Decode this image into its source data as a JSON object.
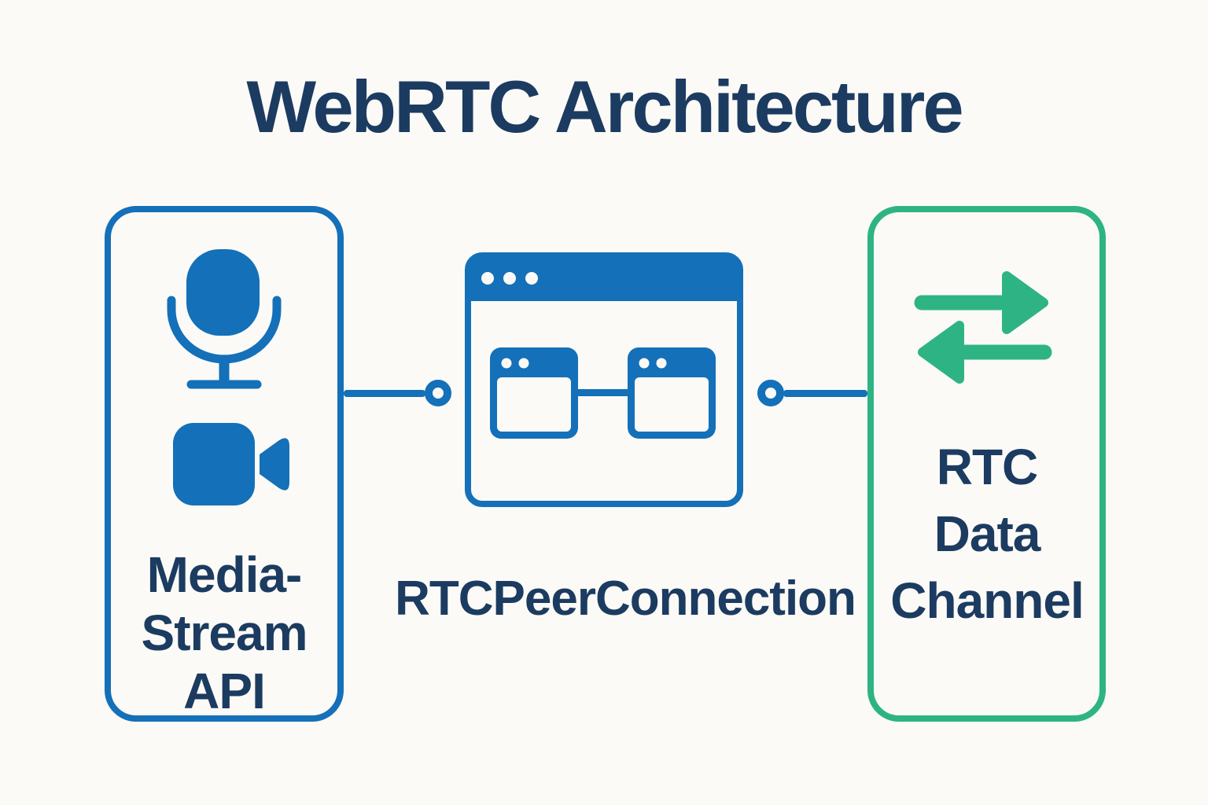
{
  "title": "WebRTC Architecture",
  "colors": {
    "background": "#fbfaf7",
    "navy": "#1c3b60",
    "blue": "#1470b8",
    "green": "#2eb484"
  },
  "nodes": {
    "media_stream": {
      "label_lines": [
        "Media-",
        "Stream",
        "API"
      ],
      "icons": [
        "microphone-icon",
        "video-camera-icon"
      ],
      "border_color": "#1470b8"
    },
    "peer_connection": {
      "label": "RTCPeerConnection",
      "icons": [
        "browser-window-peers-icon"
      ],
      "accent_color": "#1470b8"
    },
    "data_channel": {
      "label_lines": [
        "RTC",
        "Data",
        "Channel"
      ],
      "icons": [
        "bidirectional-arrows-icon"
      ],
      "border_color": "#2eb484"
    }
  },
  "connectors": {
    "left": {
      "from": "media_stream",
      "to": "peer_connection",
      "endpoint": "circle"
    },
    "right": {
      "from": "peer_connection",
      "to": "data_channel",
      "endpoint": "circle"
    }
  }
}
